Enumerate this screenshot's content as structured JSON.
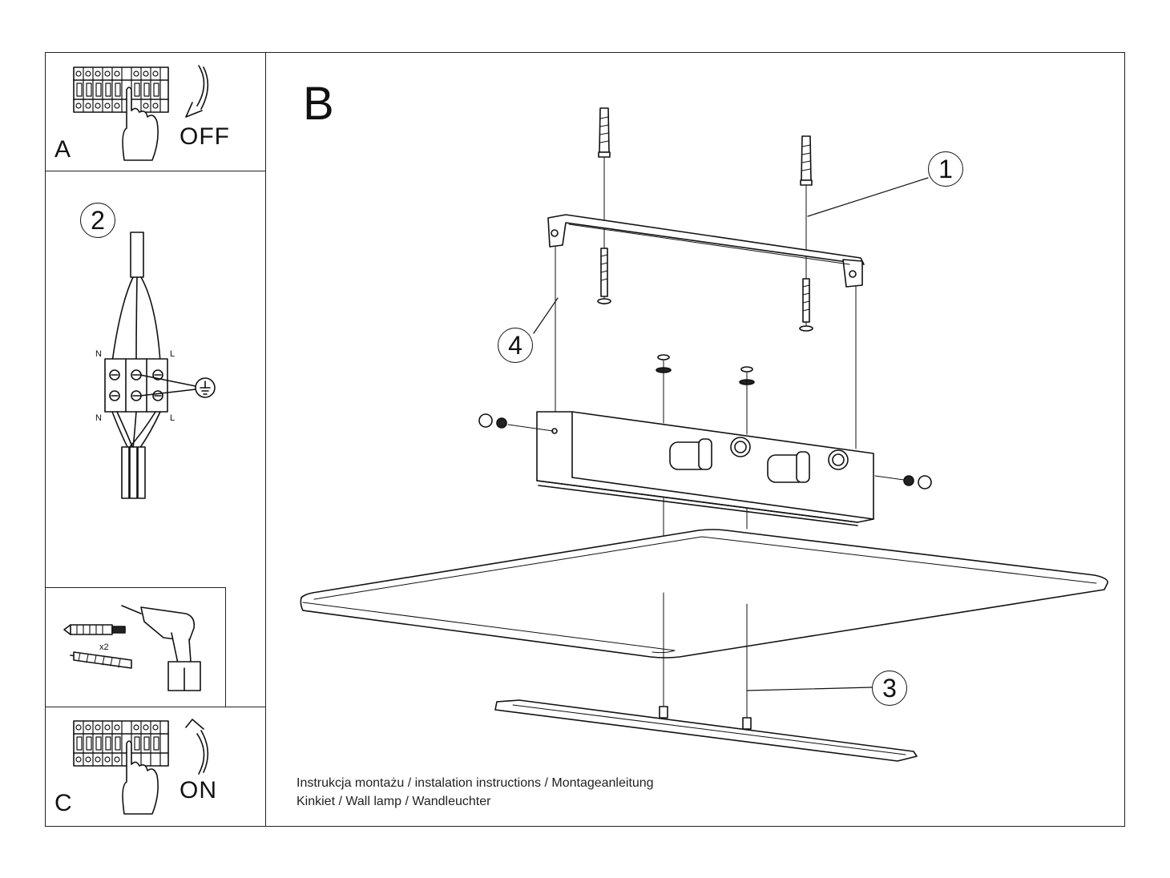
{
  "panels": {
    "a": {
      "letter": "A",
      "word": "OFF"
    },
    "b": {
      "letter": "B"
    },
    "c": {
      "letter": "C",
      "word": "ON"
    }
  },
  "callouts": [
    "1",
    "2",
    "3",
    "4"
  ],
  "wiring": {
    "neutral": "N",
    "live": "L"
  },
  "drill": {
    "count": "x2"
  },
  "caption": {
    "line1": "Instrukcja montażu / instalation instructions / Montageanleitung",
    "line2": "Kinkiet / Wall lamp / Wandleuchter"
  }
}
